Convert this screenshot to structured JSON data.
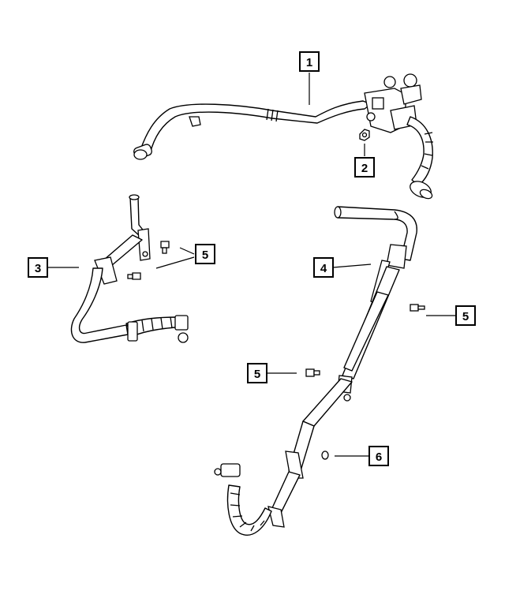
{
  "diagram": {
    "callouts": [
      {
        "id": "c1",
        "label": "1"
      },
      {
        "id": "c2",
        "label": "2"
      },
      {
        "id": "c3",
        "label": "3"
      },
      {
        "id": "c4",
        "label": "4"
      },
      {
        "id": "c5a",
        "label": "5"
      },
      {
        "id": "c5b",
        "label": "5"
      },
      {
        "id": "c5c",
        "label": "5"
      },
      {
        "id": "c6",
        "label": "6"
      }
    ]
  }
}
